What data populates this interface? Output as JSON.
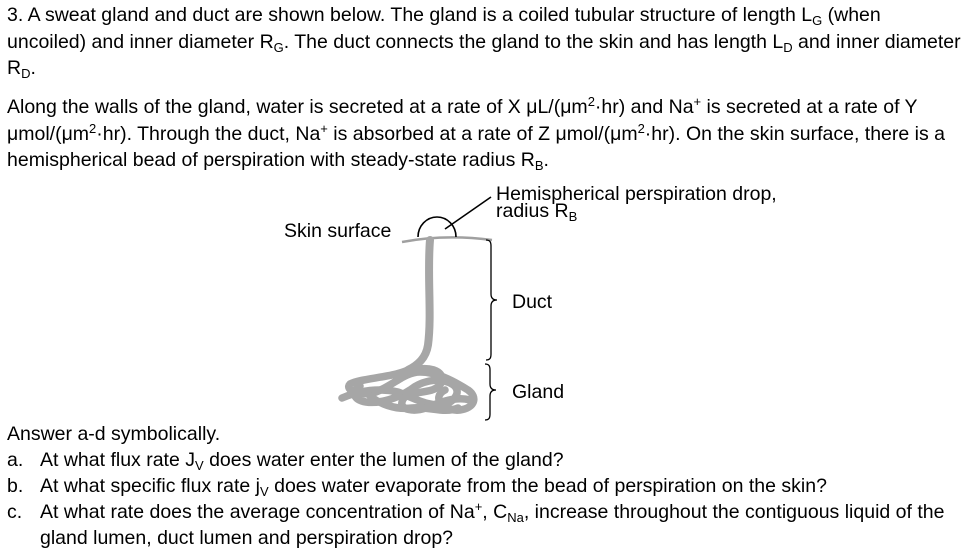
{
  "problem": {
    "p1": {
      "t1": "3. A sweat gland and duct are shown below. The gland is a coiled tubular structure of length L",
      "s1": "G",
      "t2": " (when uncoiled) and inner diameter R",
      "s2": "G",
      "t3": ". The duct connects the gland to the skin and has length L",
      "s3": "D",
      "t4": " and inner diameter R",
      "s4": "D",
      "t5": "."
    },
    "p2": {
      "t1": "Along the walls of the gland, water is secreted at a rate of X μL/(μm",
      "u1": "2",
      "t2": "·hr) and Na",
      "u2": "+",
      "t3": " is secreted at a rate of Y μmol/(μm",
      "u3": "2",
      "t4": "·hr). Through the duct, Na",
      "u4": "+",
      "t5": " is absorbed at a rate of Z μmol/(μm",
      "u5": "2",
      "t6": "·hr). On the skin surface, there is a hemispherical bead of perspiration with steady-state radius R",
      "s1": "B",
      "t7": "."
    }
  },
  "diagram": {
    "skin_label": "Skin surface",
    "drop_label_line1": "Hemispherical perspiration drop,",
    "drop_label_line2_text": "radius R",
    "drop_label_line2_sub": "B",
    "duct_label": "Duct",
    "gland_label": "Gland",
    "colors": {
      "tube": "#a6a6a6",
      "skin": "#a0a0a0",
      "line": "#000000"
    }
  },
  "questions": {
    "intro": "Answer a-d symbolically.",
    "a": {
      "letter": "a.",
      "t1": "At what flux rate J",
      "s1": "V",
      "t2": " does water enter the lumen of the gland?"
    },
    "b": {
      "letter": "b.",
      "t1": "At what specific flux rate j",
      "s1": "V",
      "t2": " does water evaporate from the bead of perspiration on the skin?"
    },
    "c": {
      "letter": "c.",
      "t1": "At what rate does the average concentration of Na",
      "u1": "+",
      "t2": ", C",
      "s1": "Na",
      "t3": ", increase throughout the contiguous liquid of the gland lumen, duct lumen and perspiration drop?"
    }
  }
}
